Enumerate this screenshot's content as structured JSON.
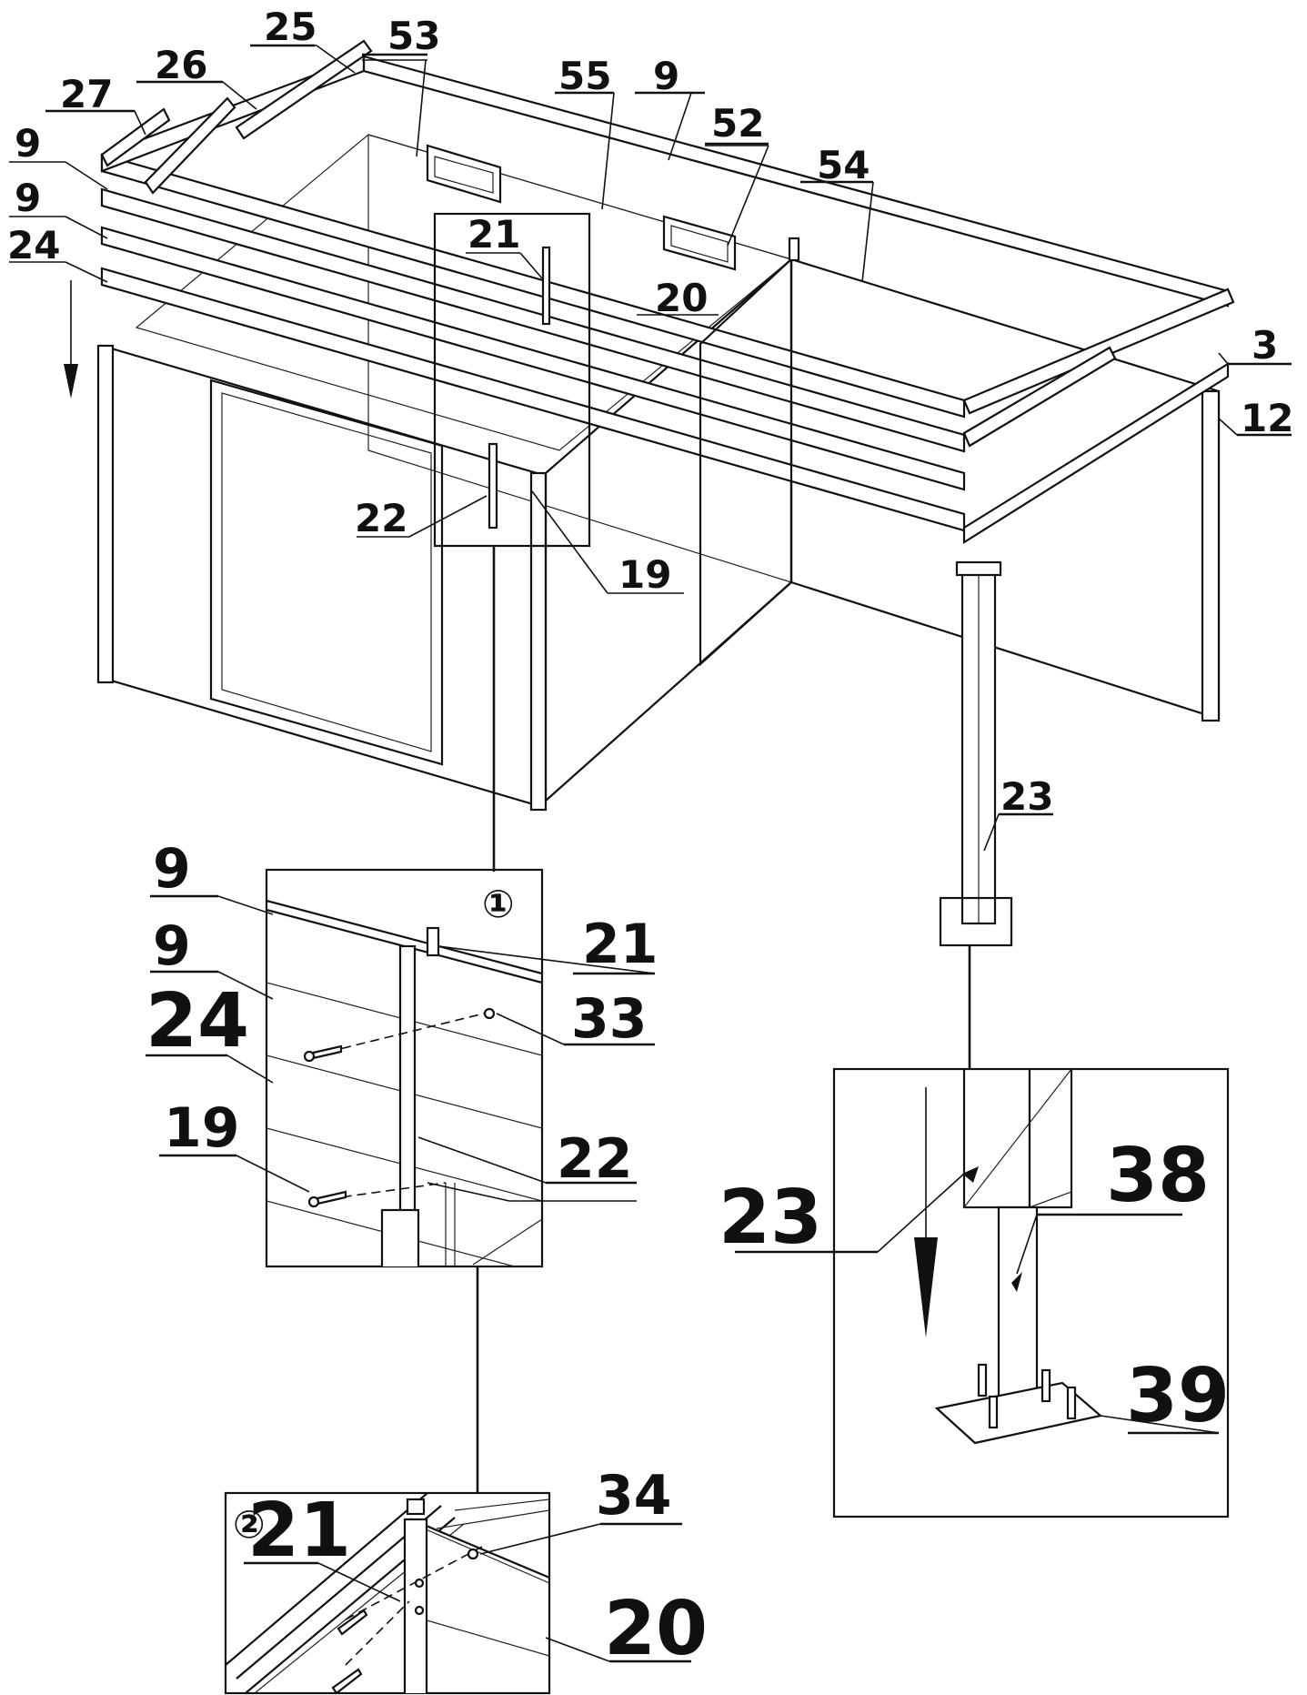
{
  "callouts": {
    "main": {
      "c25": "25",
      "c53": "53",
      "c26": "26",
      "c27": "27",
      "c55": "55",
      "c9_top": "9",
      "c52": "52",
      "c9_a": "9",
      "c9_b": "9",
      "c54": "54",
      "c24": "24",
      "c21": "21",
      "c20": "20",
      "c3": "3",
      "c12": "12",
      "c22": "22",
      "c19": "19",
      "c23": "23"
    },
    "detail1": {
      "marker": "①",
      "c9_a": "9",
      "c9_b": "9",
      "c24": "24",
      "c19": "19",
      "c21": "21",
      "c33": "33",
      "c22": "22"
    },
    "detail2": {
      "marker": "②",
      "c21": "21",
      "c34": "34",
      "c20": "20"
    },
    "detail3": {
      "c23": "23",
      "c38": "38",
      "c39": "39"
    }
  }
}
